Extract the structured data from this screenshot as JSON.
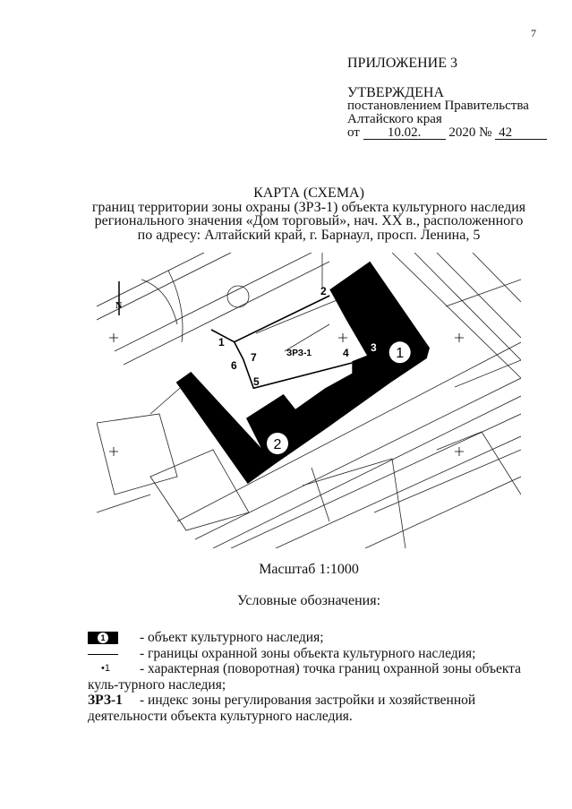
{
  "page_number": "7",
  "appendix": "ПРИЛОЖЕНИЕ 3",
  "approval": {
    "approved": "УТВЕРЖДЕНА",
    "line1": "постановлением Правительства",
    "line2": "Алтайского края",
    "prefix": "от",
    "date": "10.02.",
    "year": "2020 №",
    "number": "42"
  },
  "title": {
    "line1": "КАРТА (СХЕМА)",
    "line2": "границ территории зоны охраны (ЗРЗ-1) объекта культурного наследия",
    "line3": "регионального значения «Дом торговый», нач. XX в., расположенного",
    "line4": "по адресу: Алтайский край, г. Барнаул, просп. Ленина, 5"
  },
  "map": {
    "north": "N",
    "zone_label": "ЗРЗ-1",
    "objects": [
      "1",
      "2"
    ],
    "points": [
      "1",
      "2",
      "3",
      "4",
      "5",
      "6",
      "7"
    ]
  },
  "scale": "Масштаб 1:1000",
  "legend": {
    "heading": "Условные обозначения:",
    "items": [
      {
        "symbol": "1",
        "text": "- объект культурного наследия;"
      },
      {
        "symbol": "",
        "text": "- границы охранной зоны объекта культурного наследия;"
      },
      {
        "symbol": "•1",
        "text": "- характерная (поворотная) точка границ охранной зоны объекта куль-турного наследия;"
      },
      {
        "symbol": "ЗРЗ-1",
        "text": "- индекс зоны регулирования застройки и хозяйственной деятельности объекта культурного наследия."
      }
    ]
  }
}
